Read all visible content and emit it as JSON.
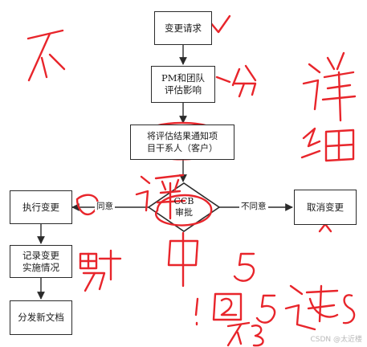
{
  "nodes": {
    "change_request": "变更请求",
    "pm_assess_line1": "PM和团队",
    "pm_assess_line2": "评估影响",
    "notify_line1": "将评估结果通知项",
    "notify_line2": "目干系人（客户）",
    "ccb_line1": "CCB",
    "ccb_line2": "审批",
    "execute_change": "执行变更",
    "cancel_change": "取消变更",
    "record_line1": "记录变更",
    "record_line2": "实施情况",
    "distribute_docs": "分发新文档"
  },
  "edges": {
    "agree": "同意",
    "disagree": "不同意"
  },
  "watermark": "CSDN @太近楼",
  "colors": {
    "annotation_red": "#e8252b",
    "box_border": "#2b2b2b"
  }
}
